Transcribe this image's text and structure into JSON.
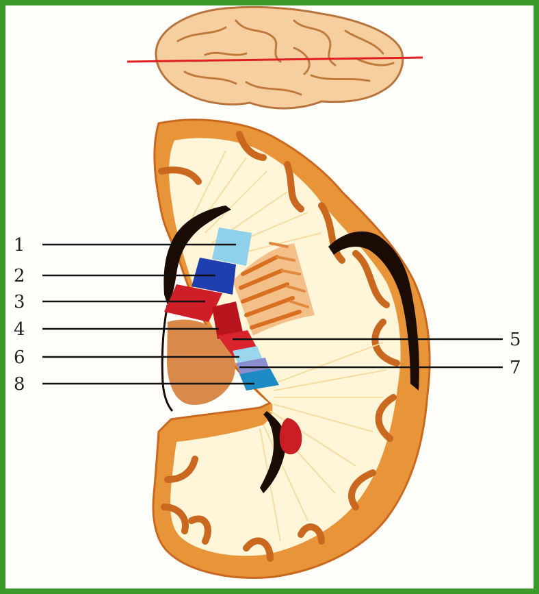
{
  "labels_left": [
    "1",
    "2",
    "3",
    "4",
    "6",
    "8"
  ],
  "labels_right": [
    "5",
    "7"
  ],
  "colors": {
    "frame": "#3a9a2a",
    "cortex": "#e8953a",
    "cortex_edge": "#c9681e",
    "white_matter": "#fff5d8",
    "fibers": "#f6dca0",
    "ventricle": "#1a0c05",
    "cut_line": "#e02020",
    "label_line": "#111111",
    "band_1": "#8fd0ea",
    "band_2": "#1f3fae",
    "band_3": "#d01e28",
    "band_4": "#b8141e",
    "band_5": "#d8242c",
    "band_6": "#9ad6ec",
    "band_7": "#8a8ed0",
    "band_8": "#1e8cc4",
    "nucleus": "#d98a4a"
  }
}
